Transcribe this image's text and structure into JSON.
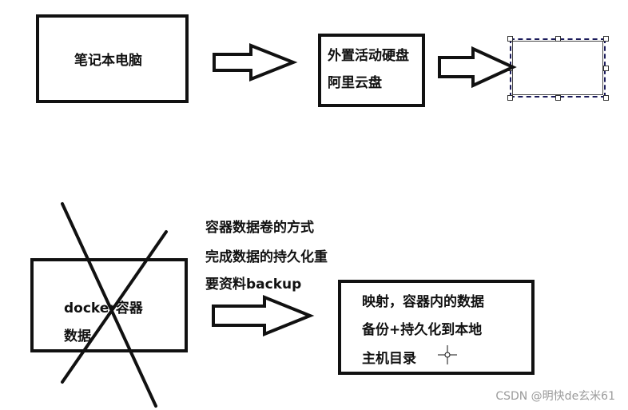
{
  "nodes": {
    "laptop": "笔记本电脑",
    "external_storage_line1": "外置活动硬盘",
    "external_storage_line2": "阿里云盘",
    "docker_line1": "docker容器",
    "docker_line2": "数据",
    "mapping_line1": "映射，容器内的数据",
    "mapping_line2": "备份+持久化到本地",
    "mapping_line3": "主机目录"
  },
  "notes": {
    "line1": "容器数据卷的方式",
    "line2": "完成数据的持久化重",
    "line3": "要资料backup"
  },
  "watermark": "CSDN @明快de玄米61"
}
